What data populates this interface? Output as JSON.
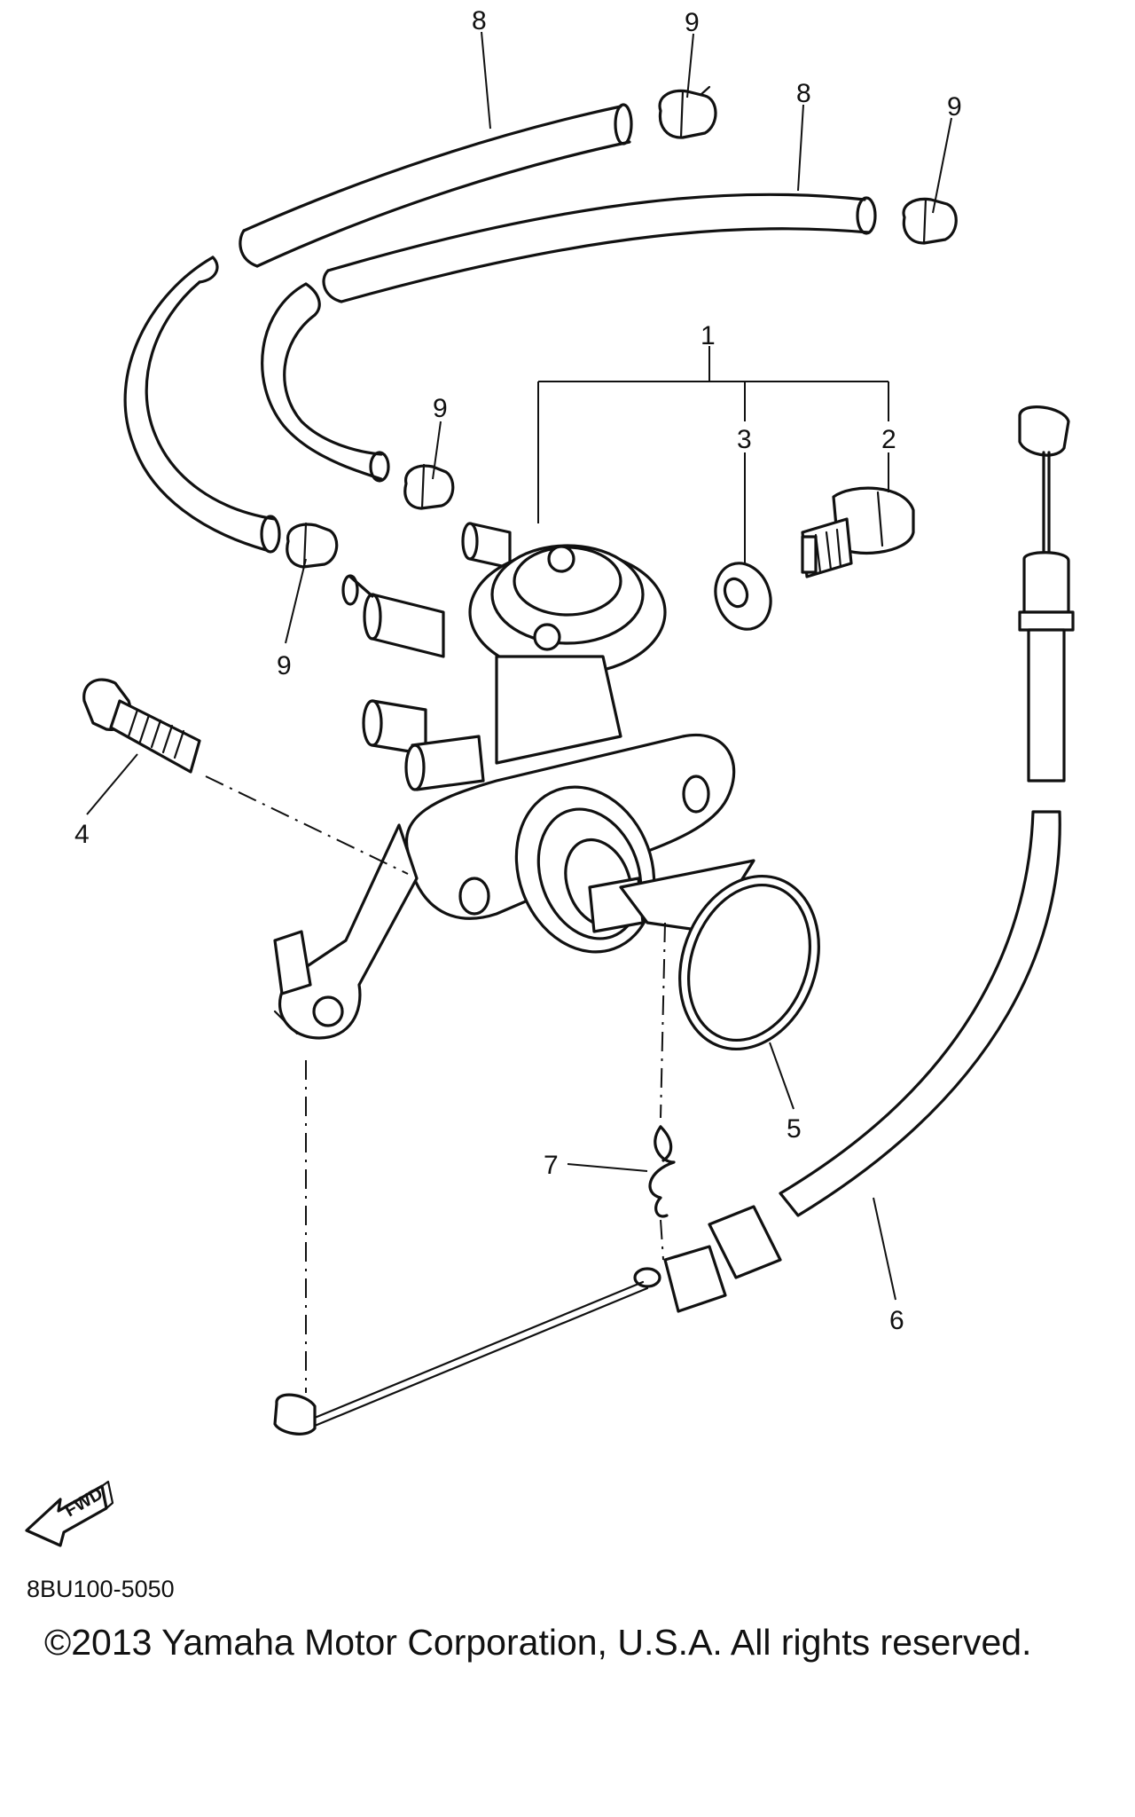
{
  "callouts": {
    "c1": "1",
    "c2": "2",
    "c3": "3",
    "c4": "4",
    "c5": "5",
    "c6": "6",
    "c7": "7",
    "c8a": "8",
    "c8b": "8",
    "c9a": "9",
    "c9b": "9",
    "c9c": "9",
    "c9d": "9"
  },
  "fwd_label": "FWD",
  "diagram_code": "8BU100-5050",
  "copyright": "©2013 Yamaha Motor Corporation, U.S.A. All rights reserved."
}
